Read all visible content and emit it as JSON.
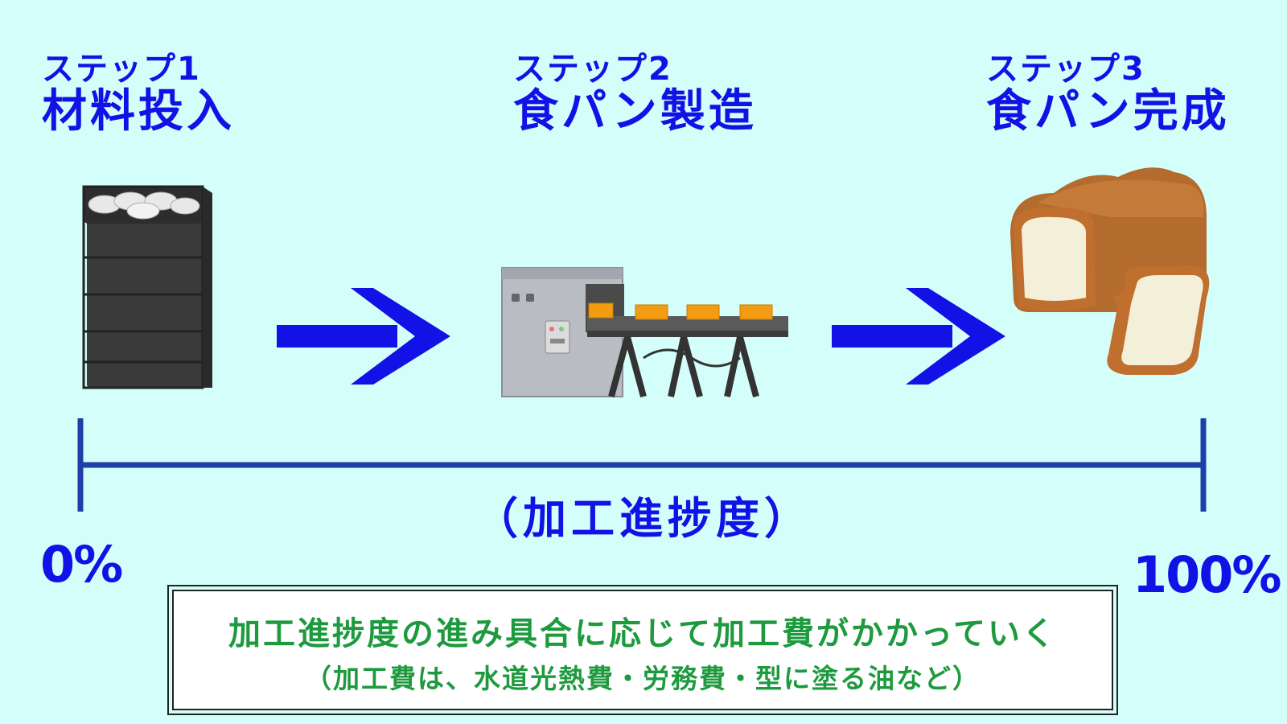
{
  "steps": [
    {
      "sub": "ステップ1",
      "title": "材料投入"
    },
    {
      "sub": "ステップ2",
      "title": "食パン製造"
    },
    {
      "sub": "ステップ3",
      "title": "食パン完成"
    }
  ],
  "scale": {
    "label": "（加工進捗度）",
    "start": "0%",
    "end": "100%"
  },
  "note": {
    "line1": "加工進捗度の進み具合に応じて加工費がかかっていく",
    "line2": "（加工費は、水道光熱費・労務費・型に塗る油など）"
  },
  "icons": {
    "step1": "flour-sack-crate-icon",
    "step2": "bread-factory-machine-icon",
    "step3": "bread-loaf-icon",
    "arrows": "right-arrow-icon"
  },
  "colors": {
    "background": "#d4fefa",
    "text": "#1212e6",
    "scale_line": "#1f3fa8",
    "note_text": "#1e9a3e"
  }
}
